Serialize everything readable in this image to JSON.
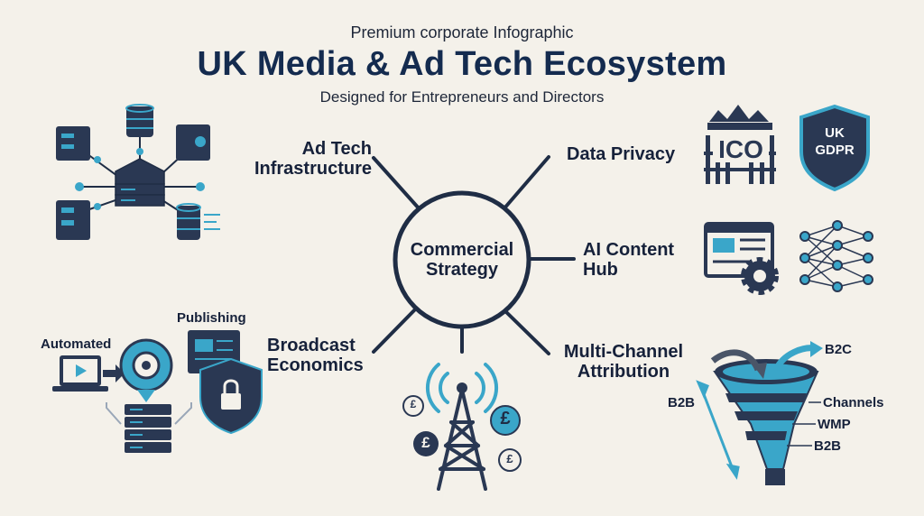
{
  "header": {
    "kicker": "Premium corporate Infographic",
    "title": "UK Media & Ad Tech Ecosystem",
    "subtitle": "Designed for Entrepreneurs and Directors"
  },
  "hub": {
    "line1": "Commercial",
    "line2": "Strategy"
  },
  "spokes": {
    "ad_tech": {
      "line1": "Ad Tech",
      "line2": "Infrastructure"
    },
    "data_privacy": {
      "line1": "Data Privacy"
    },
    "ai_content": {
      "line1": "AI Content",
      "line2": "Hub"
    },
    "broadcast": {
      "line1": "Broadcast",
      "line2": "Economics"
    },
    "attribution": {
      "line1": "Multi-Channel",
      "line2": "Attribution"
    }
  },
  "small_labels": {
    "publishing": "Publishing",
    "automated": "Automated",
    "ico": "ICO",
    "uk": "UK",
    "gdpr": "GDPR",
    "b2c": "B2C",
    "b2b_left": "B2B",
    "channels": "Channels",
    "wmp": "WMP",
    "b2b_right": "B2B",
    "pound": "£"
  },
  "colors": {
    "navy": "#1f2d45",
    "accent": "#3aa6c9",
    "background": "#f4f1ea"
  }
}
